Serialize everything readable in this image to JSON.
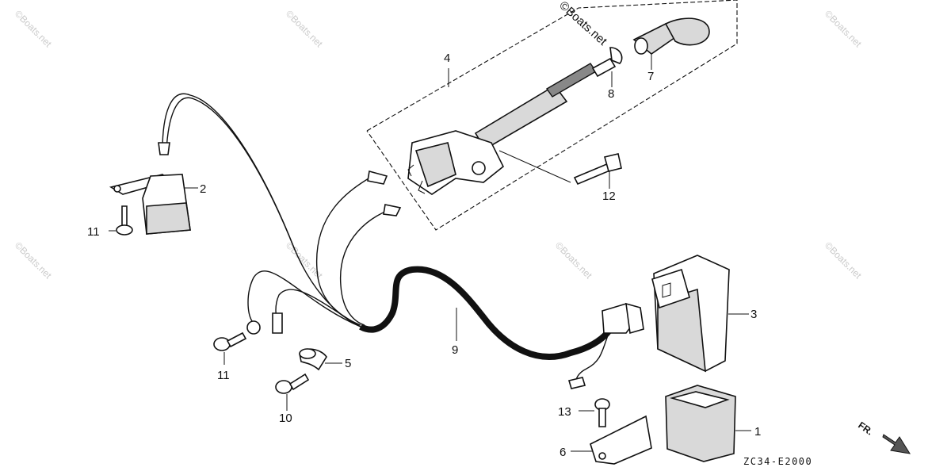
{
  "diagram": {
    "callouts": [
      {
        "id": "p1",
        "label": "1"
      },
      {
        "id": "p2",
        "label": "2"
      },
      {
        "id": "p3",
        "label": "3"
      },
      {
        "id": "p4",
        "label": "4"
      },
      {
        "id": "p5",
        "label": "5"
      },
      {
        "id": "p6",
        "label": "6"
      },
      {
        "id": "p7",
        "label": "7"
      },
      {
        "id": "p8",
        "label": "8"
      },
      {
        "id": "p9",
        "label": "9"
      },
      {
        "id": "p10",
        "label": "10"
      },
      {
        "id": "p11a",
        "label": "11"
      },
      {
        "id": "p11b",
        "label": "11"
      },
      {
        "id": "p12",
        "label": "12"
      },
      {
        "id": "p13",
        "label": "13"
      }
    ],
    "diagram_code": "ZC34-E2000",
    "direction_label": "FR.",
    "watermark": "©Boats.net"
  }
}
